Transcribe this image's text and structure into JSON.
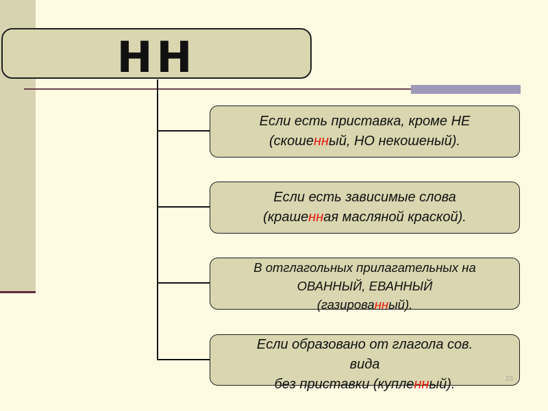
{
  "title": "НН",
  "rules": [
    {
      "lines": [
        [
          {
            "t": "Если есть приставка, кроме НЕ"
          }
        ],
        [
          {
            "t": "(скоше"
          },
          {
            "t": "нн",
            "hl": true
          },
          {
            "t": "ый, НО некошеный)."
          }
        ]
      ]
    },
    {
      "lines": [
        [
          {
            "t": "Если есть зависимые слова"
          }
        ],
        [
          {
            "t": "(краше"
          },
          {
            "t": "нн",
            "hl": true
          },
          {
            "t": "ая масляной краской)."
          }
        ]
      ]
    },
    {
      "lines": [
        [
          {
            "t": "В отглагольных прилагательных на"
          }
        ],
        [
          {
            "t": "ОВАННЫЙ, ЕВАННЫЙ"
          }
        ],
        [
          {
            "t": "(газирова"
          },
          {
            "t": "нн",
            "hl": true
          },
          {
            "t": "ый)."
          }
        ]
      ]
    },
    {
      "lines": [
        [
          {
            "t": "Если образовано от глагола сов."
          }
        ],
        [
          {
            "t": "вида"
          }
        ],
        [
          {
            "t": "без приставки (купле"
          },
          {
            "t": "нн",
            "hl": true
          },
          {
            "t": "ый)."
          }
        ]
      ]
    }
  ],
  "page_number": "23",
  "colors": {
    "background": "#fffbe3",
    "box_fill": "#d9d6b0",
    "highlight": "#e8160c"
  }
}
